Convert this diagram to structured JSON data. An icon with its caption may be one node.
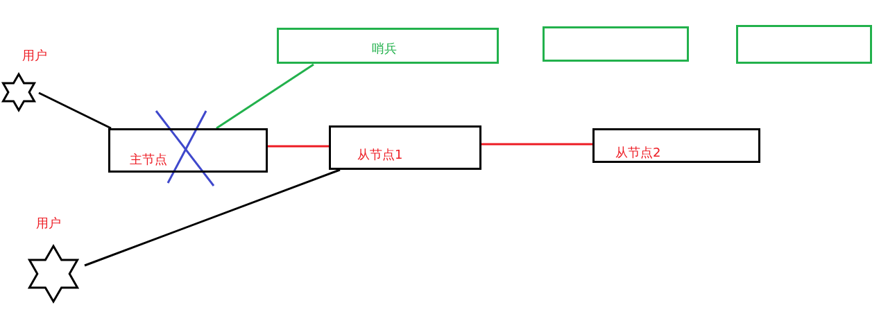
{
  "diagram": {
    "nodes": [
      {
        "text": [
          "用户"
        ]
      },
      {
        "text": [
          "用户"
        ]
      },
      {
        "text": [
          "哨兵"
        ]
      },
      {
        "text": [],
        "shape": "box"
      },
      {
        "text": [],
        "shape": "box"
      },
      {
        "text": [
          "主节点"
        ]
      },
      {
        "text": [
          "从节点1"
        ]
      },
      {
        "text": [
          "从节点2"
        ]
      }
    ],
    "edges": [
      {
        "from": 0,
        "to": 5,
        "arrow": "none"
      },
      {
        "from": 2,
        "to": 5,
        "arrow": "none",
        "color": "#22b14c"
      },
      {
        "from": 5,
        "to": 6,
        "arrow": "none",
        "color": "#ed1c24"
      },
      {
        "from": 6,
        "to": 7,
        "arrow": "none",
        "color": "#ed1c24"
      },
      {
        "from": 1,
        "to": 6,
        "arrow": "none"
      }
    ]
  }
}
